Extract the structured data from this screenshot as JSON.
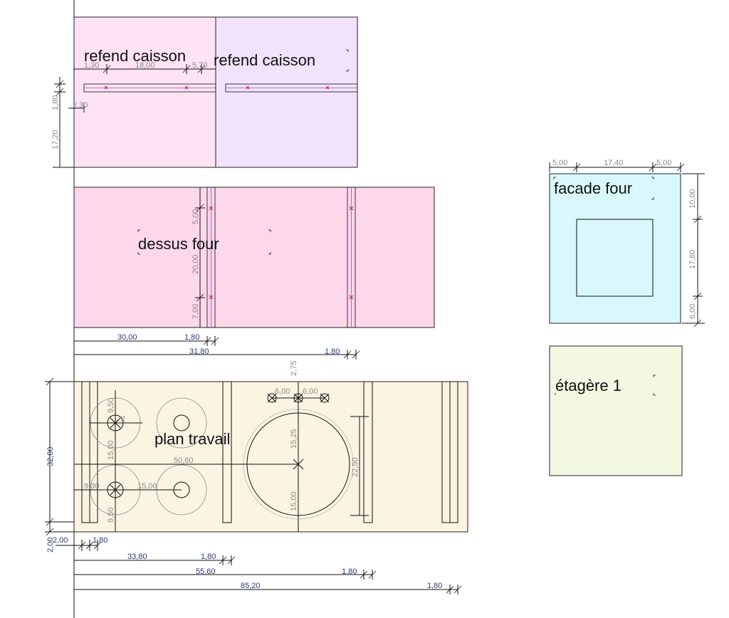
{
  "panels": {
    "refend1": {
      "label": "refend caisson",
      "fill": "#fde3f3"
    },
    "refend2": {
      "label": "refend caisson",
      "fill": "#f1e3fb"
    },
    "dessus": {
      "label": "dessus four",
      "fill": "#fdd7ea"
    },
    "facade": {
      "label": "facade four",
      "fill": "#d9f8fb"
    },
    "etagere": {
      "label": "étagère 1",
      "fill": "#f2f8e1"
    },
    "plan": {
      "label": "plan travail",
      "fill": "#fbf4e2"
    }
  },
  "dims": {
    "r_1_30": "1,30",
    "r_18_00": "18,00",
    "r_5_70": "5,70",
    "r_1_80": "1,80",
    "r_2_30": "2,30",
    "r_17_20": "17,20",
    "f_5_00a": "5,00",
    "f_17_40": "17,40",
    "f_5_00b": "5,00",
    "f_10_00": "10,00",
    "f_17_60": "17,60",
    "f_6_00": "6,00",
    "d_5_00": "5,00",
    "d_20_00": "20,00",
    "d_7_00": "7,00",
    "d_30_00": "30,00",
    "d_1_80a": "1,80",
    "d_31_80": "31,80",
    "d_1_80b": "1,80",
    "p_2_75": "2,75",
    "p_6_00a": "6,00",
    "p_6_00b": "6,00",
    "p_9_50a": "9,50",
    "p_15_00a": "15,00",
    "p_9_50b": "9,50",
    "p_50_60": "50,60",
    "p_15_00b": "15,00",
    "p_15_25": "15,25",
    "p_15_00c": "15,00",
    "p_22_50": "22,50",
    "p_32_00": "32,00",
    "p_9_30": "9,30",
    "p_2_00a": "2,00",
    "p_2_00b": "2,00",
    "p_1_80a": "1,80",
    "p_33_80": "33,80",
    "p_1_80b": "1,80",
    "p_55_60": "55,60",
    "p_1_80c": "1,80",
    "p_85_20": "85,20",
    "p_1_80d": "1,80",
    "p_2": "2"
  }
}
